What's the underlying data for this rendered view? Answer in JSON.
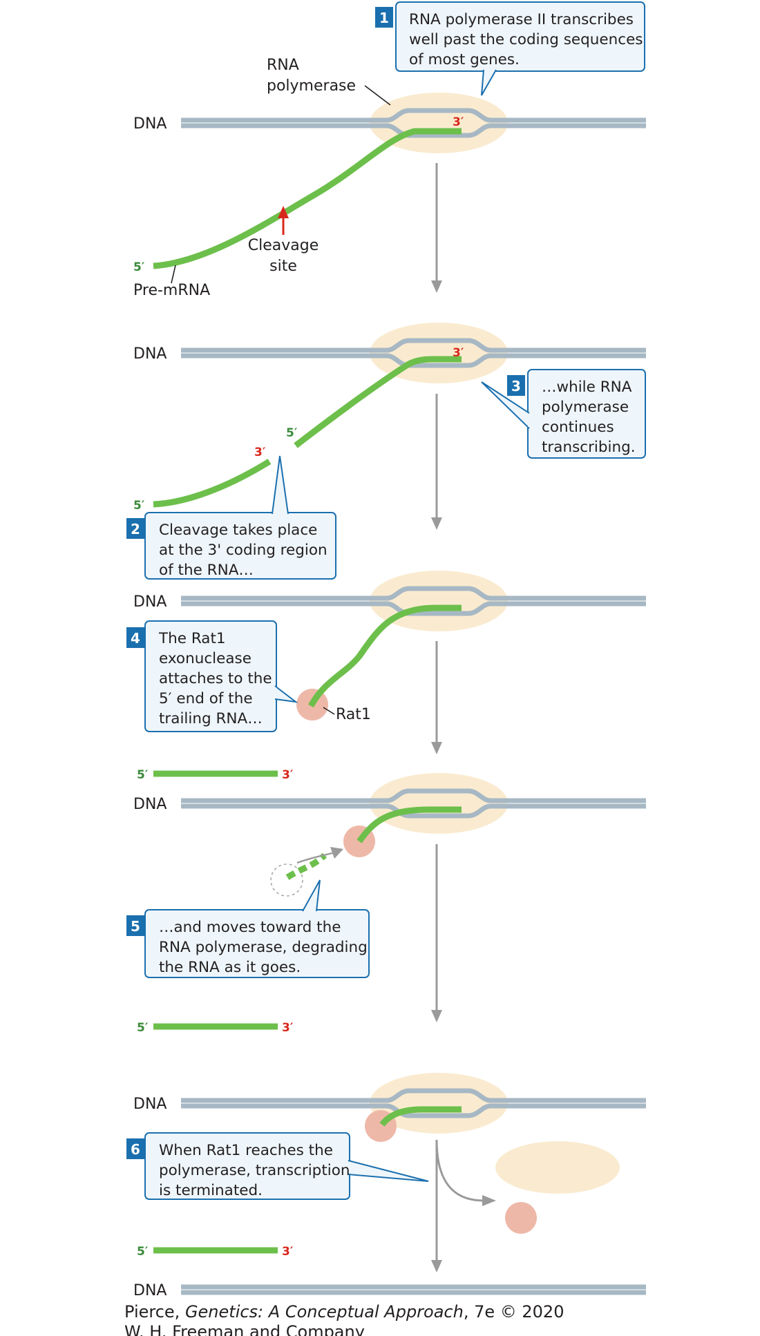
{
  "colors": {
    "dna": "#a7b8c4",
    "rna": "#6dbf4b",
    "polymerase": "#faebd0",
    "rat1": "#eeb8a8",
    "five_prime": "#3a8a3a",
    "three_prime": "#d8281c",
    "callout_fill": "#eef6fb",
    "callout_stroke": "#1a6fae",
    "number_box": "#1a6fae",
    "cleavage_arrow": "#d8281c"
  },
  "labels": {
    "dna": "DNA",
    "rna_polymerase_line1": "RNA",
    "rna_polymerase_line2": "polymerase",
    "pre_mrna": "Pre-mRNA",
    "cleavage_line1": "Cleavage",
    "cleavage_line2": "site",
    "rat1": "Rat1",
    "five_prime": "5′",
    "three_prime": "3′"
  },
  "steps": [
    {
      "number": "1",
      "lines": [
        "RNA polymerase II transcribes",
        "well past the coding sequences",
        "of most genes."
      ]
    },
    {
      "number": "2",
      "lines": [
        "Cleavage takes place",
        "at the 3' coding region",
        "of the RNA…"
      ]
    },
    {
      "number": "3",
      "lines": [
        "…while RNA",
        "polymerase",
        "continues",
        "transcribing."
      ]
    },
    {
      "number": "4",
      "lines": [
        "The Rat1",
        "exonuclease",
        "attaches to the",
        "5′ end of the",
        "trailing RNA…"
      ]
    },
    {
      "number": "5",
      "lines": [
        "…and moves toward the",
        "RNA polymerase, degrading",
        "the RNA as it goes."
      ]
    },
    {
      "number": "6",
      "lines": [
        "When Rat1 reaches the",
        "polymerase, transcription",
        "is terminated."
      ]
    }
  ],
  "credit": {
    "line1_prefix": "Pierce, ",
    "line1_title": "Genetics: A Conceptual Approach",
    "line1_suffix": ", 7e © 2020",
    "line2": "W. H. Freeman and Company"
  }
}
